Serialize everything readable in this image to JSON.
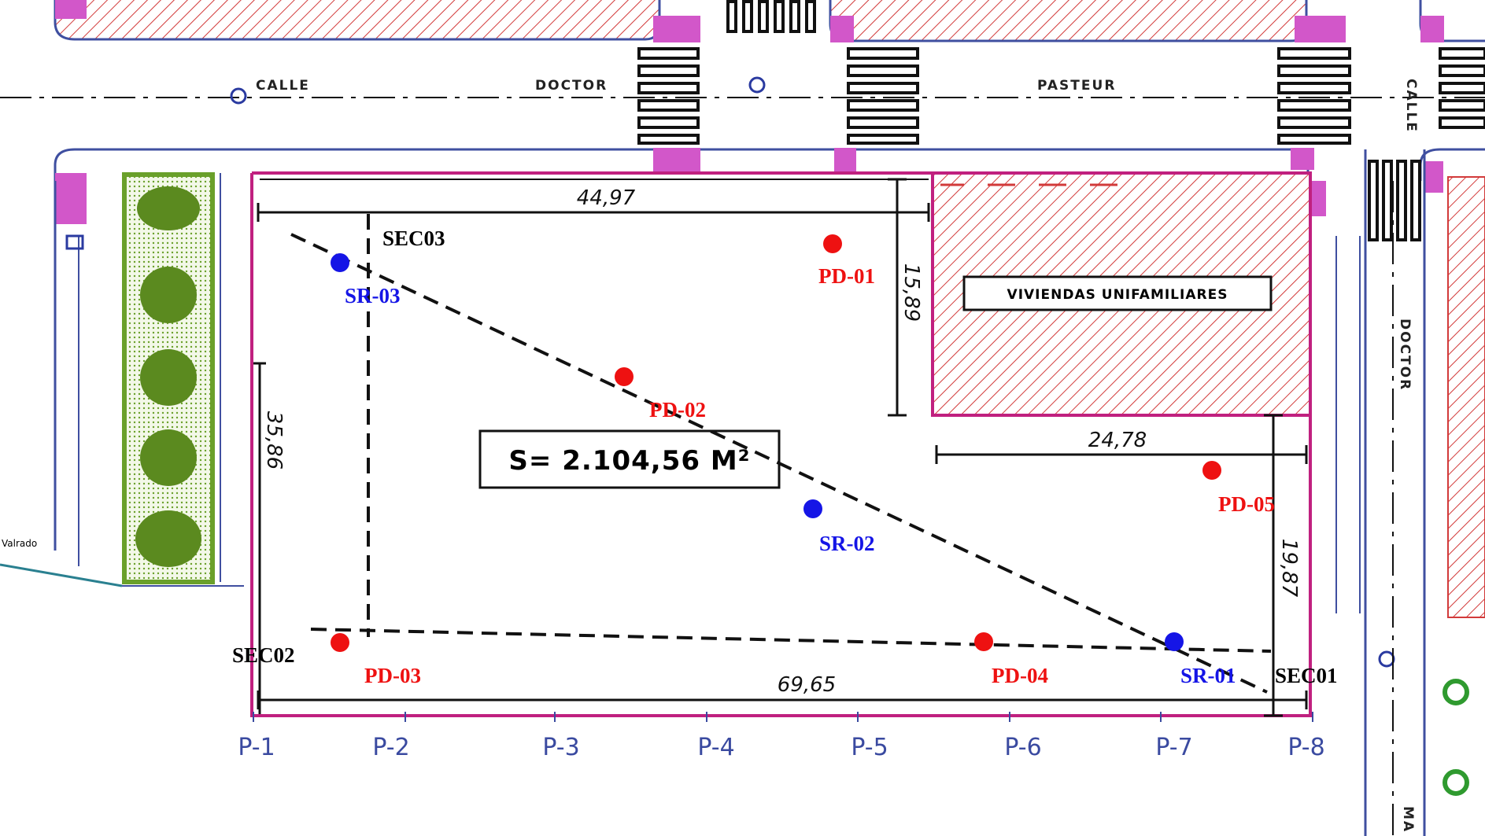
{
  "streets": {
    "calle_top": "CALLE",
    "doctor_top": "DOCTOR",
    "pasteur_top": "PASTEUR",
    "calle_right": "CALLE",
    "doctor_right": "DOCTOR",
    "partial_left": "Valrado",
    "partial_bottom_right": "MA"
  },
  "building_label": "VIVIENDAS UNIFAMILIARES",
  "area_label": "S= 2.104,56 M²",
  "dimensions": {
    "top": "44,97",
    "bottom": "69,65",
    "left": "35,86",
    "notch_vertical": "15,89",
    "notch_horizontal": "24,78",
    "right": "19,87"
  },
  "axis_points": [
    "P-1",
    "P-2",
    "P-3",
    "P-4",
    "P-5",
    "P-6",
    "P-7",
    "P-8"
  ],
  "probes": {
    "pd01": "PD-01",
    "pd02": "PD-02",
    "pd03": "PD-03",
    "pd04": "PD-04",
    "pd05": "PD-05",
    "sr01": "SR-01",
    "sr02": "SR-02",
    "sr03": "SR-03"
  },
  "sections": {
    "sec01": "SEC01",
    "sec02": "SEC02",
    "sec03": "SEC03"
  },
  "colors": {
    "probe_red": "#ee1111",
    "probe_blue": "#1515e6",
    "boundary": "#c0207f",
    "hatch": "#d23a3a",
    "tree_green": "#5b8a1f",
    "pole_magenta": "#d257c9"
  }
}
